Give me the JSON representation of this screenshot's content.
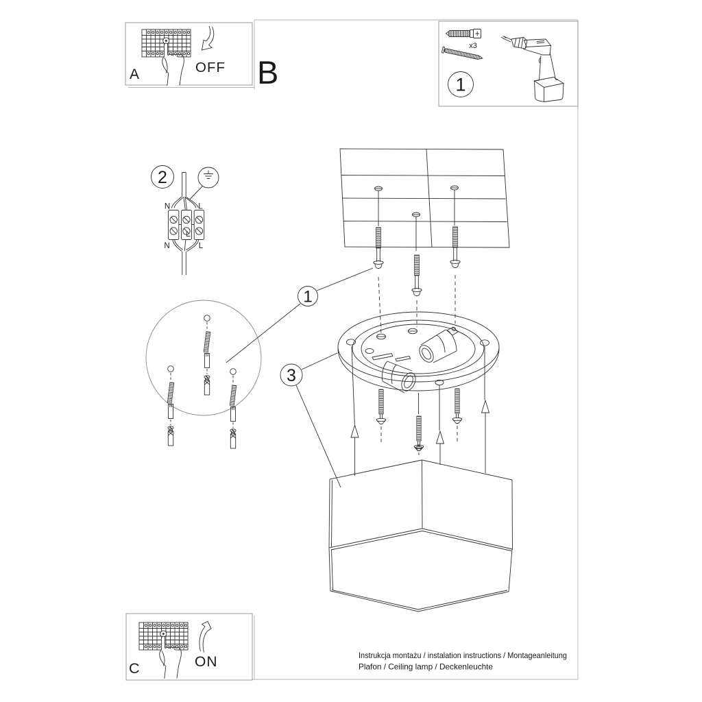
{
  "document": {
    "footer_line1": "Instrukcja montażu / instalation instructions / Montageanleitung",
    "footer_line2": "Plafon / Ceiling lamp / Deckenleuchte"
  },
  "panels": {
    "a_label": "A",
    "b_label": "B",
    "c_label": "C",
    "off_label": "OFF",
    "on_label": "ON",
    "tools_callout": "1",
    "anchor_quantity": "x3"
  },
  "callouts": {
    "wiring_step": "2",
    "anchors_detail": "1",
    "canopy_step": "3"
  },
  "wiring": {
    "neutral_top": "N",
    "line_top": "L",
    "neutral_bottom": "N",
    "line_bottom": "L"
  }
}
